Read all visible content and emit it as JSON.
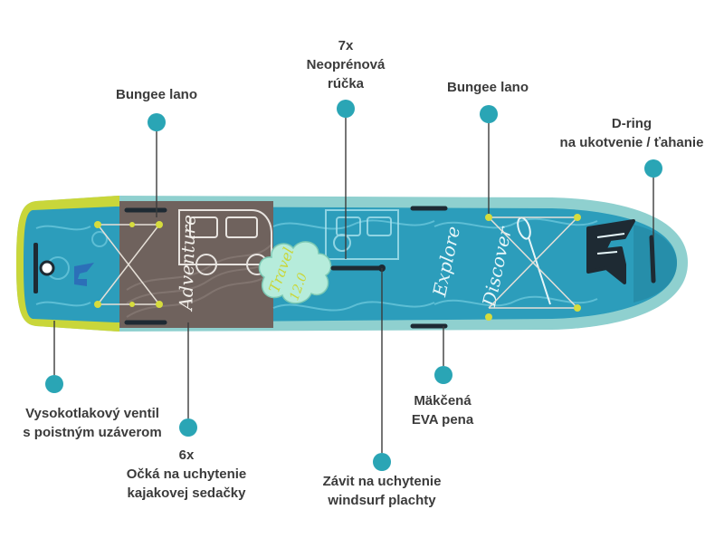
{
  "board": {
    "left_art_text": "Adventure",
    "cloud_text_1": "Travel",
    "cloud_text_2": "12.0",
    "right_art_text_1": "Explore",
    "right_art_text_2": "Discover"
  },
  "labels": {
    "bungee_left": "Bungee lano",
    "handles_count": "7x",
    "handles_line1": "Neoprénová",
    "handles_line2": "rúčka",
    "bungee_right": "Bungee lano",
    "dring_line1": "D-ring",
    "dring_line2": "na ukotvenie / ťahanie",
    "valve_line1": "Vysokotlakový ventil",
    "valve_line2": "s poistným uzáverom",
    "eyelets_count": "6x",
    "eyelets_line1": "Očká na uchytenie",
    "eyelets_line2": "kajakovej sedačky",
    "mast_line1": "Závit na uchytenie",
    "mast_line2": "windsurf plachty",
    "eva_line1": "Mäkčená",
    "eva_line2": "EVA pena"
  },
  "colors": {
    "accent_dot": "#2aa5b5",
    "board_blue": "#2c9dbb",
    "board_brown": "#6f625d",
    "rail_yellow": "#c9d63a",
    "rail_teal": "#8fd0cf",
    "label_text": "#3b3b3b"
  },
  "icons": [
    "valve-icon",
    "f2-logo-icon",
    "van-icon",
    "cloud-icon",
    "paddle-icon"
  ]
}
